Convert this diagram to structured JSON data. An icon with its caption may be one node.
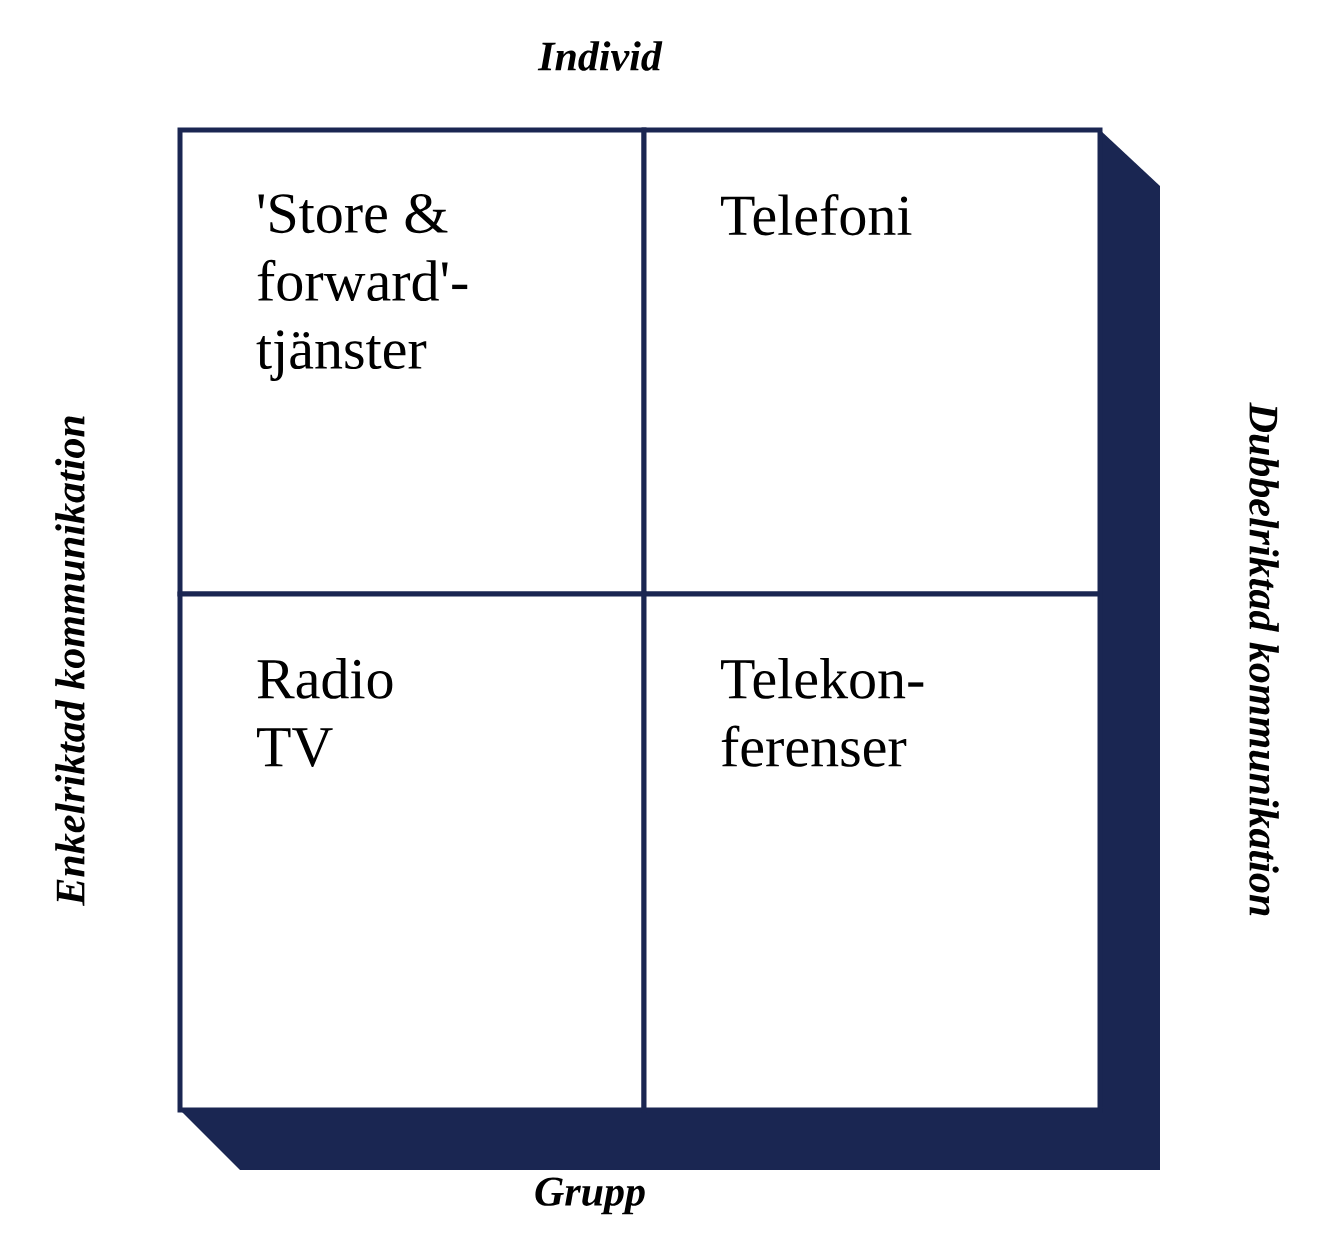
{
  "diagram": {
    "nodes": [
      {
        "text": [
          "'Store & forward'-tjänster"
        ]
      },
      {
        "text": [
          "Telefoni"
        ]
      },
      {
        "text": [
          "Radio TV"
        ]
      },
      {
        "text": [
          "Telekon-ferenser"
        ]
      }
    ],
    "labels": [
      "Individ",
      "Enkelriktad kommunikation",
      "Dubbelriktad kommunikation",
      "Grupp"
    ]
  }
}
